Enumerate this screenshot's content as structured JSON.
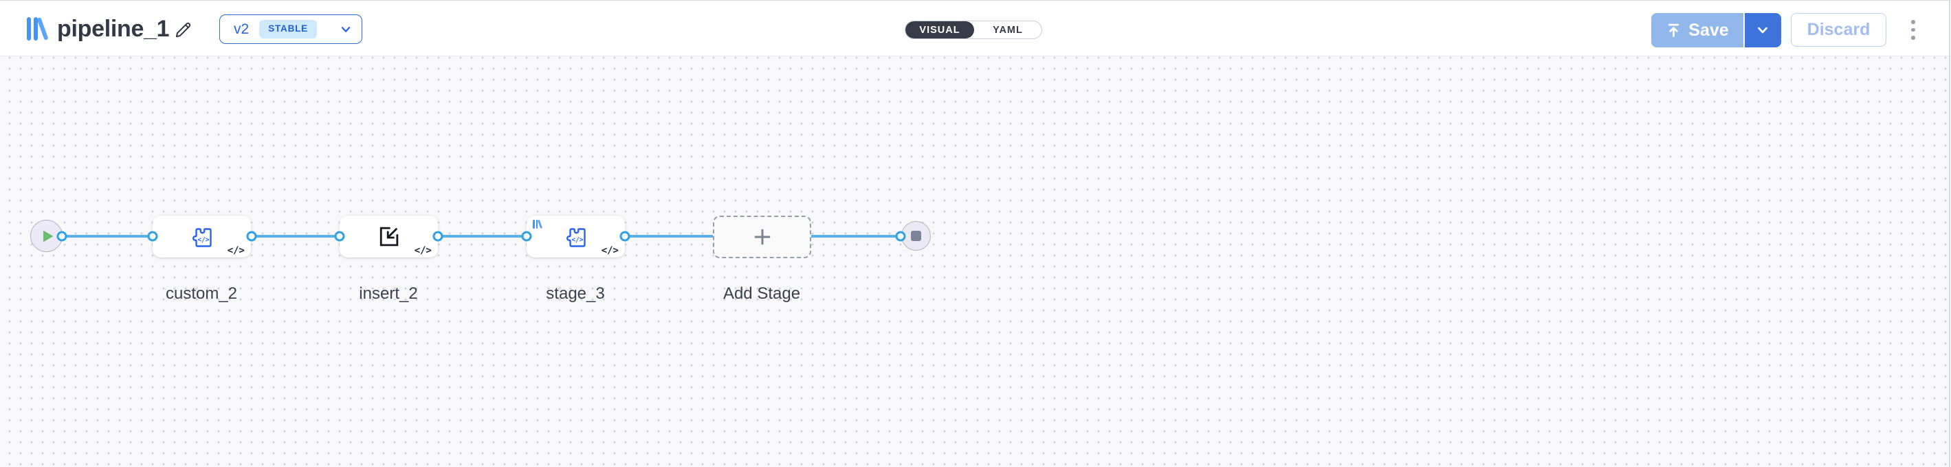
{
  "header": {
    "title": "pipeline_1",
    "version": {
      "label": "v2",
      "status": "STABLE"
    },
    "mode_toggle": {
      "visual": "VISUAL",
      "yaml": "YAML"
    },
    "save_label": "Save",
    "discard_label": "Discard",
    "icons": {
      "logo": "library-bars-logo",
      "edit": "pencil-icon",
      "save": "upload-icon",
      "version_caret": "chevron-down-icon",
      "save_caret": "chevron-down-icon",
      "menu": "kebab-menu-icon"
    }
  },
  "canvas": {
    "nodes": [
      {
        "id": "start",
        "kind": "start",
        "icon": "play-icon"
      },
      {
        "id": "custom_2",
        "kind": "stage",
        "label": "custom_2",
        "icon": "code-block-icon",
        "badge": "</>"
      },
      {
        "id": "insert_2",
        "kind": "stage",
        "label": "insert_2",
        "icon": "import-icon",
        "badge": "</>"
      },
      {
        "id": "stage_3",
        "kind": "stage",
        "label": "stage_3",
        "icon": "code-block-icon",
        "badge": "</>",
        "marker": "library-bars-logo"
      },
      {
        "id": "add_stage",
        "kind": "add",
        "label": "Add Stage",
        "icon": "plus-icon"
      },
      {
        "id": "end",
        "kind": "end",
        "icon": "stop-icon"
      }
    ]
  },
  "colors": {
    "accent_blue": "#2563eb",
    "edge_blue": "#5cb1e9",
    "port_blue": "#2ea0e6",
    "save_disabled_bg": "#92b7ea",
    "save_caret_bg": "#3d73da",
    "toggle_dark": "#363b47",
    "stable_badge_bg": "#cee9fb",
    "play_green": "#68be6d",
    "stop_gray": "#7c8398"
  }
}
